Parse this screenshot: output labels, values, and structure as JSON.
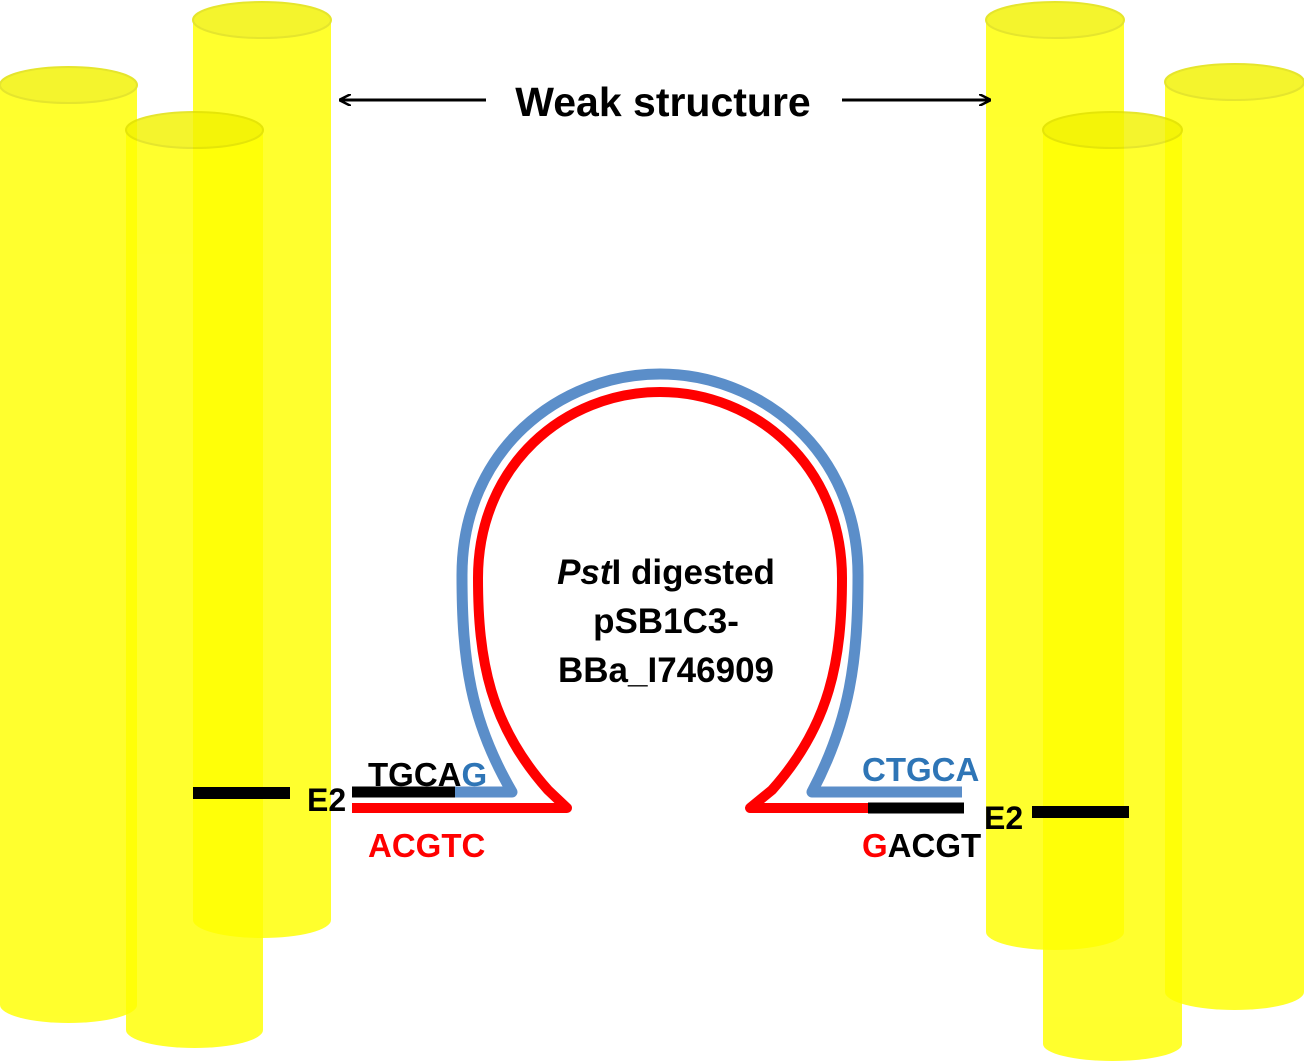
{
  "title": "Weak structure",
  "center_label": {
    "italic_part": "Pst",
    "line1_rest": "I digested",
    "line2": "pSB1C3-",
    "line3": "BBa_I746909"
  },
  "left_end": {
    "marker": "E2",
    "top_black": "TGCA",
    "top_colored": "G",
    "bottom": "ACGTC"
  },
  "right_end": {
    "marker": "E2",
    "top": "CTGCA",
    "bottom_colored": "G",
    "bottom_black": "ACGT"
  },
  "colors": {
    "cylinder_fill": "#ffff00",
    "cylinder_edge": "#e6e600",
    "top_strand": "#5b8ec9",
    "bottom_strand": "#ff0000",
    "text_blue": "#2e75b6",
    "text_red": "#ff0000",
    "text_black": "#000000"
  }
}
